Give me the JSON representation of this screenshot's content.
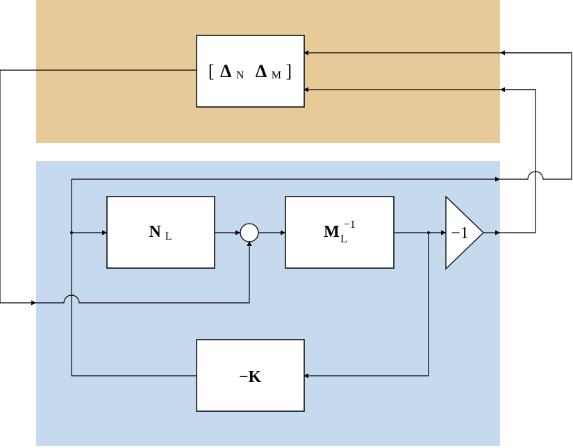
{
  "colors": {
    "uncertainty_region": "#E6CB99",
    "plant_region": "#C5DAEF",
    "block_fill": "#FFFFFF",
    "line": "#000000"
  },
  "blocks": {
    "delta": {
      "open_bracket": "[",
      "delta_symbol": "Δ",
      "n_sub": "N",
      "m_sub": "M",
      "close_bracket": "]"
    },
    "numerator": {
      "symbol": "N",
      "sub": "L"
    },
    "denominator_inverse": {
      "symbol": "M",
      "sub": "L",
      "sup": "−1"
    },
    "controller": {
      "text": "−K"
    },
    "gain": {
      "text": "−1"
    }
  }
}
